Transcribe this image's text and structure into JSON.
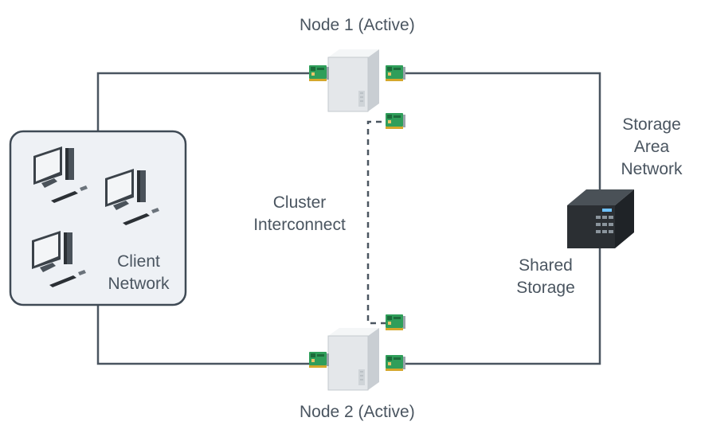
{
  "nodes": {
    "node1_label": "Node 1 (Active)",
    "node2_label": "Node 2 (Active)"
  },
  "client_network": {
    "line1": "Client",
    "line2": "Network"
  },
  "cluster_interconnect": {
    "line1": "Cluster",
    "line2": "Interconnect"
  },
  "storage_area_network": {
    "line1": "Storage",
    "line2": "Area",
    "line3": "Network"
  },
  "shared_storage": {
    "line1": "Shared",
    "line2": "Storage"
  },
  "colors": {
    "line": "#4a5560",
    "client_box_fill": "#eef1f5",
    "client_box_stroke": "#3f4a55",
    "card_green": "#2f9e5a",
    "server_body": "#e4e7ea",
    "storage_body": "#2b2f33"
  },
  "icons": [
    "desktop-computer-icon",
    "server-tower-icon",
    "network-card-icon",
    "nas-storage-icon"
  ]
}
